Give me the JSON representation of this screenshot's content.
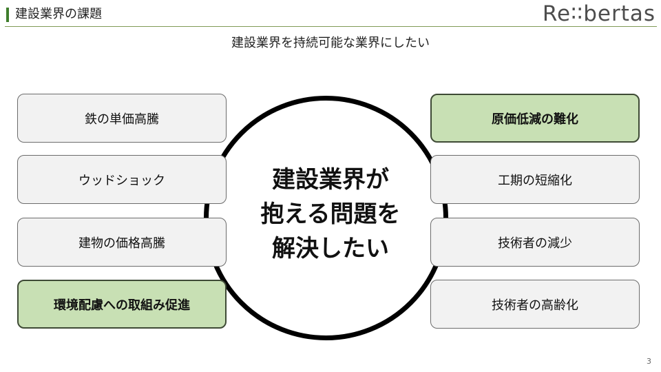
{
  "header": {
    "title": "建設業界の課題",
    "logo": "Re∶∶bertas"
  },
  "subtitle": "建設業界を持続可能な業界にしたい",
  "center": {
    "line1": "建設業界が",
    "line2": "抱える問題を",
    "line3": "解決したい"
  },
  "left_items": [
    "鉄の単価高騰",
    "ウッドショック",
    "建物の価格高騰",
    "環境配慮への取組み促進"
  ],
  "right_items": [
    "原価低減の難化",
    "工期の短縮化",
    "技術者の減少",
    "技術者の高齢化"
  ],
  "page_number": "3",
  "colors": {
    "accent_green": "#3f7d2c",
    "highlight_fill": "#c8e0b4",
    "box_fill": "#f2f2f2"
  }
}
